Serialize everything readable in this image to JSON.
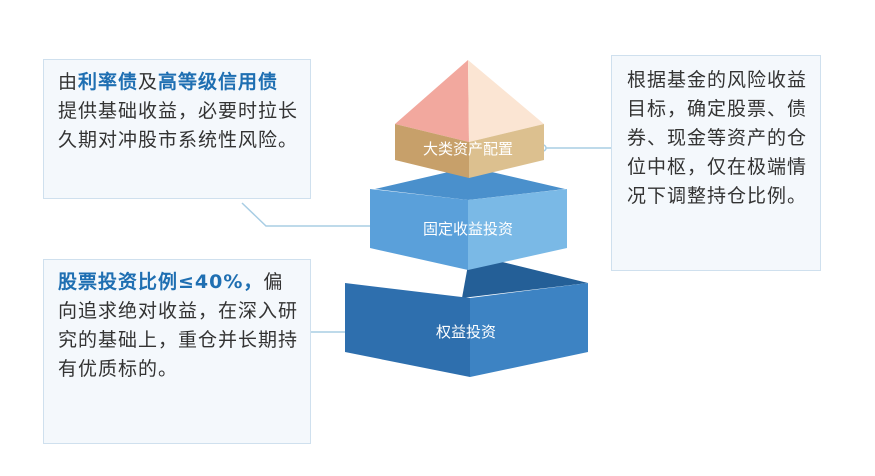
{
  "pyramid": {
    "top": {
      "label": "大类资产配置",
      "color": "#d4b588"
    },
    "middle": {
      "label": "固定收益投资",
      "color": "#6aaee0"
    },
    "bottom": {
      "label": "权益投资",
      "color": "#2e6fae"
    }
  },
  "callouts": {
    "top_left": {
      "t1": "由",
      "h1": "利率债",
      "t2": "及",
      "h2": "高等级信用债",
      "t3": "提供基础收益，必要时拉长久期对冲股市系统性风险。"
    },
    "right": {
      "text": "根据基金的风险收益目标，确定股票、债券、现金等资产的仓位中枢，仅在极端情况下调整持仓比例。"
    },
    "bottom_left": {
      "h1": "股票投资比例≤40%，",
      "t1": "偏向追求绝对收益，在深入研究的基础上，重仓并长期持有优质标的。"
    }
  },
  "colors": {
    "highlight": "#1f6fb2",
    "connector": "#a8cde4",
    "box_background": "#f4f8fc",
    "box_border": "#cfe0ee"
  }
}
